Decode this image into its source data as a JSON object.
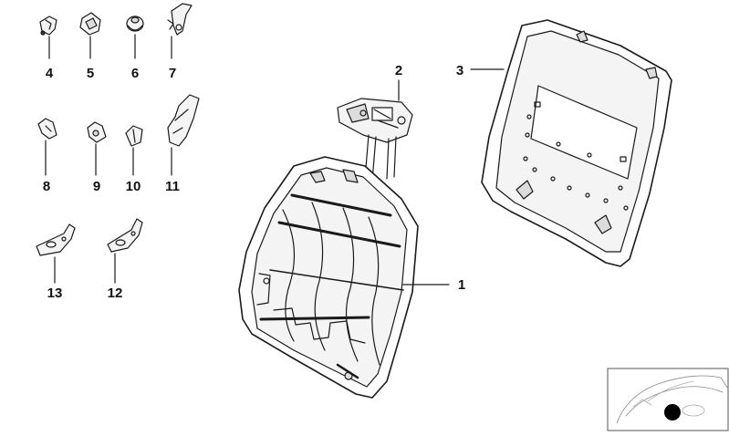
{
  "diagram": {
    "callouts": [
      {
        "id": "4",
        "label": "4"
      },
      {
        "id": "5",
        "label": "5"
      },
      {
        "id": "6",
        "label": "6"
      },
      {
        "id": "7",
        "label": "7"
      },
      {
        "id": "8",
        "label": "8"
      },
      {
        "id": "9",
        "label": "9"
      },
      {
        "id": "10",
        "label": "10"
      },
      {
        "id": "11",
        "label": "11"
      },
      {
        "id": "13",
        "label": "13"
      },
      {
        "id": "12",
        "label": "12"
      },
      {
        "id": "2",
        "label": "2"
      },
      {
        "id": "3",
        "label": "3"
      },
      {
        "id": "1",
        "label": "1"
      }
    ]
  },
  "colors": {
    "line": "#1a1a1a",
    "fill_light": "#f4f4f4",
    "fill_mid": "#dcdcdc",
    "accent_dot": "#000000"
  }
}
